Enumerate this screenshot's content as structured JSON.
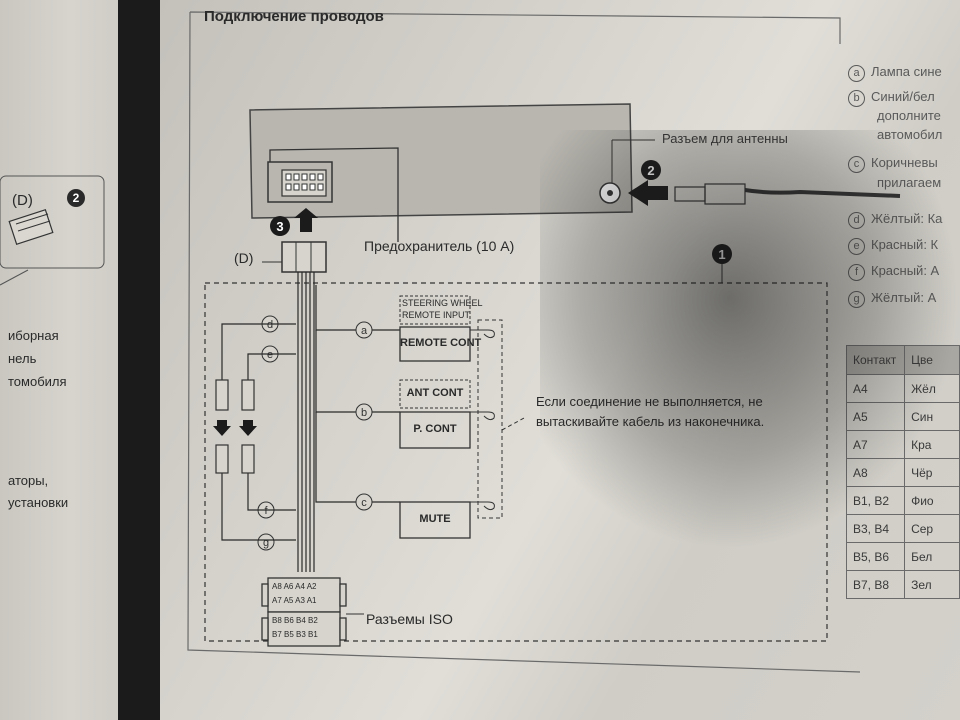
{
  "title": "Подключение проводов",
  "labels": {
    "antenna_connector": "Разъем для антенны",
    "fuse": "Предохранитель (10 А)",
    "iso_connectors": "Разъемы ISO",
    "note_line1": "Если соединение не выполняется, не",
    "note_line2": "вытаскивайте кабель из наконечника.",
    "d": "(D)",
    "left_d": "(D)"
  },
  "terminals": {
    "steering_line1": "STEERING WHEEL",
    "steering_line2": "REMOTE INPUT",
    "remote_cont": "REMOTE CONT",
    "ant_cont": "ANT CONT",
    "p_cont": "P. CONT",
    "mute": "MUTE"
  },
  "iso_pins": {
    "row1": "A8 A6 A4 A2",
    "row2": "A7 A5 A3 A1",
    "row3": "B8 B6 B4 B2",
    "row4": "B7 B5 B3 B1"
  },
  "markers": {
    "a": "a",
    "b": "b",
    "c": "c",
    "d": "d",
    "e": "e",
    "f": "f",
    "g": "g",
    "step1": "1",
    "step2": "2",
    "step3": "3"
  },
  "left_page": {
    "line1": "иборная",
    "line2": "нель",
    "line3": "томобиля",
    "line4": "аторы,",
    "line5": "установки",
    "header_partial": "..."
  },
  "legend": [
    {
      "marker": "a",
      "text": "Лампа сине"
    },
    {
      "marker": "b",
      "text": "Синий/бел"
    },
    {
      "marker": "",
      "text": "дополните"
    },
    {
      "marker": "",
      "text": "автомобил"
    },
    {
      "marker": "c",
      "text": "Коричневы"
    },
    {
      "marker": "",
      "text": "прилагаем"
    },
    {
      "marker": "d",
      "text": "Жёлтый: Ка"
    },
    {
      "marker": "e",
      "text": "Красный: К"
    },
    {
      "marker": "f",
      "text": "Красный: А"
    },
    {
      "marker": "g",
      "text": "Жёлтый: А"
    }
  ],
  "table": {
    "headers": [
      "Контакт",
      "Цве"
    ],
    "rows": [
      [
        "A4",
        "Жёл"
      ],
      [
        "A5",
        "Син"
      ],
      [
        "A7",
        "Кра"
      ],
      [
        "A8",
        "Чёр"
      ],
      [
        "B1, B2",
        "Фио"
      ],
      [
        "B3, B4",
        "Сер"
      ],
      [
        "B5, B6",
        "Бел"
      ],
      [
        "B7, B8",
        "Зел"
      ]
    ]
  }
}
